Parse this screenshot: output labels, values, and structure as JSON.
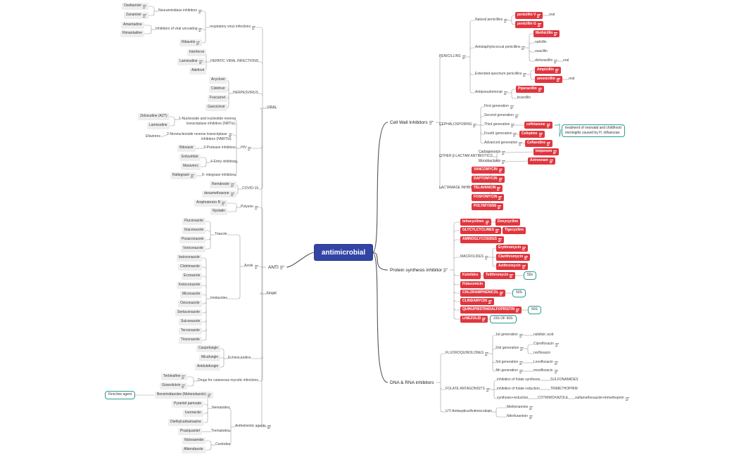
{
  "root": "antimicrobial",
  "main": {
    "cw": "Cell Wall Inhibitors",
    "ps": "Protein synthesis inhibitor",
    "dna": "DNA & RNA inhibitors",
    "anti": "ANTI"
  },
  "cw": {
    "penicillins": "PENICILLINS",
    "natural": "Natural penicillins",
    "penV": "penicillin V",
    "oral1": "oral",
    "penG": "penicillin G",
    "antistaph": "Antistaphylococcal penicillins",
    "methicillin": "Methicillin",
    "nafcillin": "nafcillin",
    "oxacillin": "oxacillin",
    "dicloxacillin": "dicloxacillin",
    "oral2": "oral",
    "extended": "Extended-spectrum penicillins",
    "ampicillin": "Ampicillin",
    "amoxicillin": "amoxicillin",
    "oral3": "oral",
    "antipseudo": "Antipseudomonal",
    "piperacillin": "Piperacillin",
    "ticarcillin": "ticarcillin",
    "cephalosporins": "CEPHALOSPORINS",
    "first": "First generation",
    "second": "Second generation",
    "third": "Third generation",
    "ceftriaxone": "ceftriaxone",
    "fourth": "Fourth generation",
    "cefepime": "Cefepime",
    "advanced": "Advanced generation",
    "ceftaroline": "Ceftaroline",
    "note1": "treatment of neonatal and childhood",
    "note2": "meningitis caused by H. influenzae.",
    "other": "OTHER β-LACTAM ANTIBIOTICS",
    "carbapenems": "Carbapenems",
    "imipenem": "Imipenem",
    "monobactams": "Monobactams",
    "aztreonam": "Aztreonam",
    "lactamase": "LACTAMASE INHIBITORS",
    "vanco": "VANCOMYCIN",
    "dapto": "DAPTOMYCIN",
    "telav": "TELAVANCIN",
    "fosfo": "FOSFOMYCIN",
    "poly": "POLYMYXINS"
  },
  "ps": {
    "tetracyclines": "tetracyclines",
    "doxycycline": "Doxycycline",
    "glycyl": "GLYCYLCYCLINES",
    "tigecycline": "Tigecycline",
    "amino": "AMINOGLYCOSIDES",
    "macrolides": "MACROLIDES",
    "ery": "Erythromycin",
    "clar": "Clarithromycin",
    "azi": "Azithromycin",
    "ketolides": "Ketolides",
    "teli": "Telithromycin",
    "s50a": "50s",
    "fidaxo": "Fidaxomicin",
    "chloram": "CHLORAMPHENICOL",
    "s50b": "50S",
    "clinda": "CLINDAMYCIN",
    "quinu": "QUINUPRISTIN/DALFOPRISTIN",
    "s50c": "50S",
    "line": "LINEZOLID",
    "s23": "23S OF 50S"
  },
  "dna": {
    "fq": "FLUOROQUINOLONES",
    "fq1": "1st generation",
    "nalidixic": "nalidixic acid",
    "fq2": "2nd generation",
    "cipro": "Ciprofloxacin",
    "norflox": "norfloxacin",
    "fq3": "3rd generation",
    "levo": "Levofloxacin",
    "fq4": "4th generation",
    "moxi": "moxifloxacin",
    "folate": "FOLATE ANTAGONISTS",
    "inh_syn": "inhibition of folate synthesis",
    "sulfa": "SULFONAMIDES",
    "inh_red": "inhibition of folate reduction",
    "trimeth": "TRIMETHOPRIM",
    "synred": "synthesis+reduction",
    "cotrim": "COTRIMOXAZOLE",
    "sulfatrim": "sulfamethoxazole+trimethoprim",
    "uti": "UTI Antiseptics/Antimicrobials",
    "meth": "Methenamine",
    "nitro": "Nitrofurantoin"
  },
  "viral": {
    "viral": "VIRAL",
    "resp": "respiratory virus infections",
    "neur": "Neuraminidase inhibitors",
    "oselt": "Oseltamivir",
    "zanam": "Zanamivir",
    "uncoat": "Inhibitors of viral uncoating",
    "amant": "Amantadine",
    "riman": "Rimantadine",
    "riba": "Ribavirin",
    "hep": "HEPATIC VIRAL INFECTIONS",
    "interferon": "Interferon",
    "lamiv": "Lamivudine",
    "adefovir": "Adefovir",
    "herpes": "HERPESVIRUS",
    "acyc": "Acyclovir",
    "cido": "Cidofovir",
    "fosc": "Foscarnet",
    "ganc": "Ganciclovir",
    "hiv": "HIV",
    "nrti1": "1-Nucleoside and nucleotide reverse",
    "nrti2": "transcriptase inhibitors (NRTIs).",
    "zido": "Zidovudine (AZT)",
    "lami2": "Lamivudine",
    "nnrti1": "2-Nonnucleoside reverse transcriptase",
    "nnrti2": "inhibitors (NNRTIs).",
    "efav": "Efavirenz",
    "prot": "3-Protease inhibitors.",
    "rito": "Ritonavir",
    "entry": "4-Entry inhibitors.",
    "enfu": "Enfuvirtide",
    "mara": "Maraviroc",
    "integ": "5- integrase inhibitors.",
    "ralte": "Raltegravir",
    "covid": "COVID-19",
    "remde": "Remdesivir",
    "dexa": "dexamethasone"
  },
  "fungal": {
    "fungal": "fungal",
    "polyene": "Polyene",
    "ampho": "Amphotericin B",
    "nyst": "Nystatin",
    "azole": "Azole",
    "triazole": "Triazole",
    "fluco": "Fluconazole",
    "itra": "Itraconazole",
    "posa": "Posaconazole",
    "vori": "Voriconazole",
    "imid": "Imidazoles",
    "buto": "butoconazole",
    "clot": "Clotrimazole",
    "econ": "Econazole",
    "keto": "Ketoconazole",
    "mico": "Miconazole",
    "oxic": "Oxiconazole",
    "serta": "Sertaconazole",
    "sulco": "Sulconazole",
    "terco": "Terconazole",
    "tioco": "Tioconazole",
    "echino": "Echinocandins",
    "caspo": "Caspofungin",
    "mica": "Micafungin",
    "anidu": "Anidulafungin",
    "cutan": "Drugs for cutaneous mycotic infections",
    "terbi": "Terbinafine",
    "griseo": "Griseofulvin"
  },
  "helm": {
    "anth": "Anthelmintic agents",
    "nema": "Nematodes",
    "benz": "Benzimidazoles (Mebendazole)",
    "firstline": "First-line agent",
    "pyran": "Pyrantel pamoate",
    "iverm": "Ivermectin",
    "diethyl": "Diethylcarbamazine",
    "trema": "Trematodes",
    "prazi": "Praziquantel",
    "cesto": "Cestodes",
    "niclo": "Niclosamide",
    "albe": "Albendazole"
  },
  "colors": {
    "red": "#e0363f",
    "root": "#3245a5",
    "teal": "#2a9d8f",
    "line": "#9a9a9a"
  }
}
